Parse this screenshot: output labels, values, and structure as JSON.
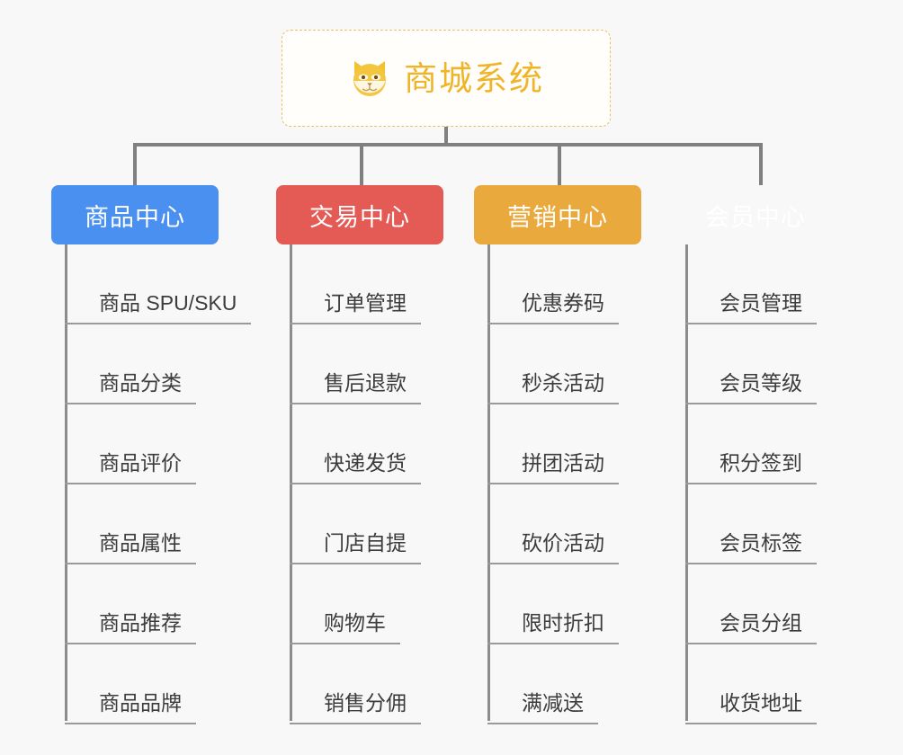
{
  "diagram": {
    "type": "org-chart",
    "background_color": "#f8f8f8",
    "root": {
      "title": "商城系统",
      "icon": "shiba-dog-icon",
      "text_color": "#f0b429",
      "border_color": "#e8bf6a",
      "background_color": "#fffefb"
    },
    "branches": [
      {
        "label": "商品中心",
        "color": "#4a90f0",
        "items": [
          "商品 SPU/SKU",
          "商品分类",
          "商品评价",
          "商品属性",
          "商品推荐",
          "商品品牌"
        ]
      },
      {
        "label": "交易中心",
        "color": "#e45a54",
        "items": [
          "订单管理",
          "售后退款",
          "快递发货",
          "门店自提",
          "购物车",
          "销售分佣"
        ]
      },
      {
        "label": "营销中心",
        "color": "#eaa93c",
        "items": [
          "优惠券码",
          "秒杀活动",
          "拼团活动",
          "砍价活动",
          "限时折扣",
          "满减送"
        ]
      },
      {
        "label": "会员中心",
        "color": "#79c council",
        "items": [
          "会员管理",
          "会员等级",
          "积分签到",
          "会员标签",
          "会员分组",
          "收货地址"
        ]
      }
    ],
    "connector_color": "#808080",
    "leaf_line_color": "#9a9a9a"
  }
}
